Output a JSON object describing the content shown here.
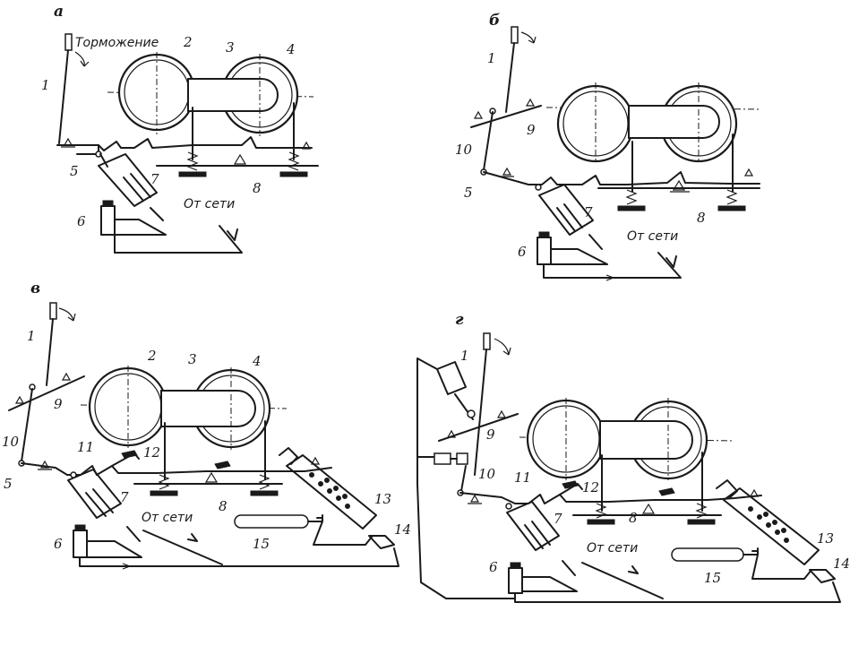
{
  "panels": [
    {
      "letter": "a",
      "caption": "Торможение",
      "mains": "От сети",
      "n1": "1",
      "n2": "2",
      "n3": "3",
      "n4": "4",
      "n5": "5",
      "n6": "6",
      "n7": "7",
      "n8": "8"
    },
    {
      "letter": "б",
      "mains": "От сети",
      "n1": "1",
      "n5": "5",
      "n6": "6",
      "n7": "7",
      "n8": "8",
      "n9": "9",
      "n10": "10"
    },
    {
      "letter": "в",
      "mains": "От сети",
      "n1": "1",
      "n2": "2",
      "n3": "3",
      "n4": "4",
      "n5": "5",
      "n6": "6",
      "n7": "7",
      "n8": "8",
      "n9": "9",
      "n10": "10",
      "n11": "11",
      "n12": "12",
      "n13": "13",
      "n14": "14",
      "n15": "15"
    },
    {
      "letter": "г",
      "mains": "От сети",
      "n1": "1",
      "n6": "6",
      "n7": "7",
      "n8": "8",
      "n9": "9",
      "n10": "10",
      "n11": "11",
      "n12": "12",
      "n13": "13",
      "n14": "14",
      "n15": "15"
    }
  ]
}
